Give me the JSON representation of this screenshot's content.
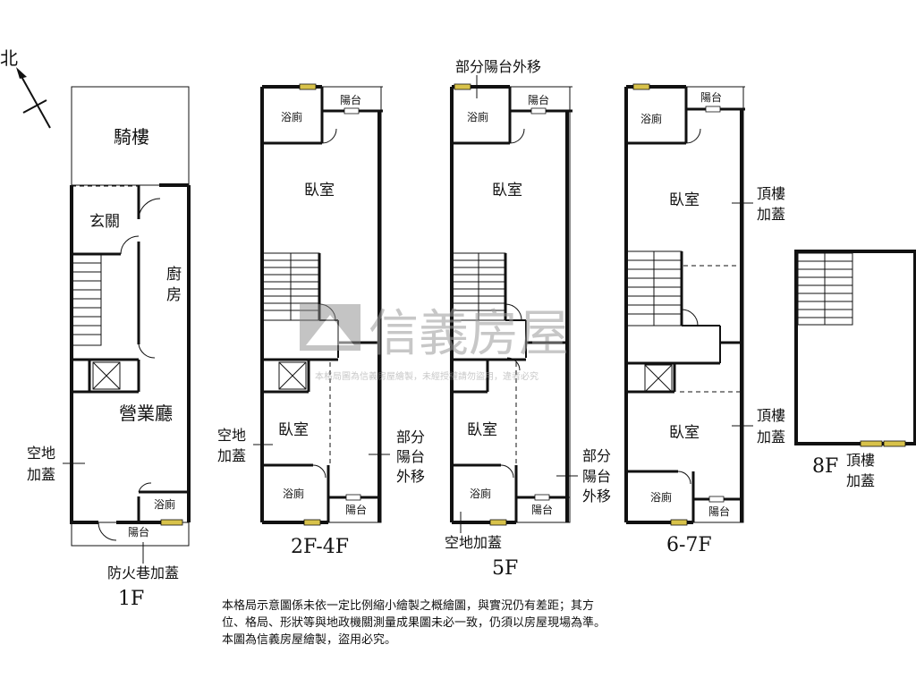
{
  "compass": {
    "north_label": "北"
  },
  "floor1": {
    "label": "1F",
    "rooms": {
      "arcade": "騎樓",
      "entrance": "玄關",
      "kitchen_1": "廚",
      "kitchen_2": "房",
      "hall": "營業廳",
      "bath": "浴廁",
      "balcony": "陽台"
    },
    "notes": {
      "vacant_1": "空地",
      "vacant_2": "加蓋",
      "firelane": "防火巷加蓋"
    }
  },
  "floor2": {
    "label": "2F-4F",
    "rooms": {
      "bath_top": "浴廁",
      "balcony_top": "陽台",
      "bedroom_1": "臥室",
      "bedroom_2": "臥室",
      "bath_bottom": "浴廁",
      "balcony_bottom": "陽台"
    },
    "notes": {
      "vacant_1": "空地",
      "vacant_2": "加蓋",
      "partial_1": "部分",
      "partial_2": "陽台",
      "partial_3": "外移"
    }
  },
  "floor5": {
    "label": "5F",
    "rooms": {
      "bath_top": "浴廁",
      "balcony_top": "陽台",
      "bedroom_1": "臥室",
      "bedroom_2": "臥室",
      "bath_bottom": "浴廁",
      "balcony_bottom": "陽台"
    },
    "notes": {
      "top": "部分陽台外移",
      "partial_1": "部分",
      "partial_2": "陽台",
      "partial_3": "外移",
      "vacant": "空地加蓋"
    }
  },
  "floor6": {
    "label": "6-7F",
    "rooms": {
      "bath_top": "浴廁",
      "balcony_top": "陽台",
      "bedroom_1": "臥室",
      "bedroom_2": "臥室",
      "bath_bottom": "浴廁",
      "balcony_bottom": "陽台"
    },
    "notes": {
      "rooftop_a1": "頂樓",
      "rooftop_a2": "加蓋",
      "rooftop_b1": "頂樓",
      "rooftop_b2": "加蓋"
    }
  },
  "floor8": {
    "label": "8F",
    "notes": {
      "rooftop_1": "頂樓",
      "rooftop_2": "加蓋"
    }
  },
  "watermark": {
    "brand": "信義房屋",
    "line": "本格局圖為信義房屋繪製，未經授權請勿盜用，違者必究"
  },
  "disclaimer": {
    "line1": "本格局示意圖係未依一定比例縮小繪製之概繪圖，與實況仍有差距；其方",
    "line2": "位、格局、形狀等與地政機關測量成果圖未必一致，仍須以房屋現場為準。",
    "line3": "本圖為信義房屋繪製，盜用必究。"
  },
  "colors": {
    "wall": "#111111",
    "window": "#d8c24a",
    "watermark": "#9a9a9a"
  }
}
